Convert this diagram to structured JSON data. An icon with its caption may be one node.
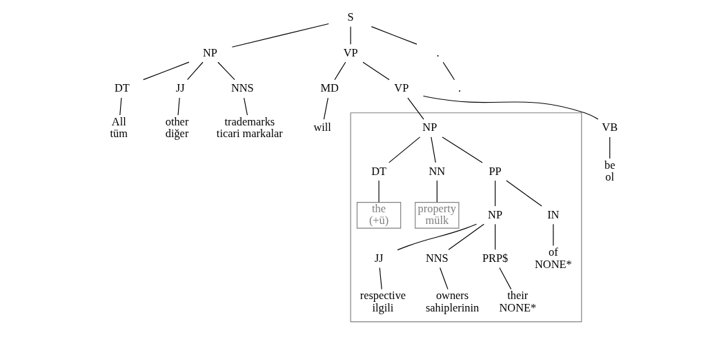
{
  "diagram": {
    "nodes": [
      {
        "text": [
          "S"
        ]
      },
      {
        "text": [
          "NP"
        ]
      },
      {
        "text": [
          "VP"
        ]
      },
      {
        "text": [
          "."
        ]
      },
      {
        "text": [
          "DT"
        ]
      },
      {
        "text": [
          "JJ"
        ]
      },
      {
        "text": [
          "NNS"
        ]
      },
      {
        "text": [
          "MD"
        ]
      },
      {
        "text": [
          "VP"
        ]
      },
      {
        "text": [
          "."
        ]
      },
      {
        "text": [
          "All",
          "tüm"
        ]
      },
      {
        "text": [
          "other",
          "diğer"
        ]
      },
      {
        "text": [
          "trademarks",
          "ticari markalar"
        ]
      },
      {
        "text": [
          "will"
        ]
      },
      {
        "text": [
          "VB"
        ]
      },
      {
        "text": [],
        "shape": "box"
      },
      {
        "text": [
          "NP"
        ],
        "in": 15
      },
      {
        "text": [
          "be",
          "ol"
        ]
      },
      {
        "text": [
          "DT"
        ],
        "in": 15
      },
      {
        "text": [
          "NN"
        ],
        "in": 15
      },
      {
        "text": [
          "PP"
        ],
        "in": 15
      },
      {
        "text": [
          "the",
          "(+ü)"
        ],
        "in": 15
      },
      {
        "text": [
          "property",
          "mülk"
        ],
        "in": 15
      },
      {
        "text": [
          "NP"
        ],
        "in": 15
      },
      {
        "text": [
          "IN"
        ],
        "in": 15
      },
      {
        "text": [
          "JJ"
        ],
        "in": 15
      },
      {
        "text": [
          "NNS"
        ],
        "in": 15
      },
      {
        "text": [
          "PRP$"
        ],
        "in": 15
      },
      {
        "text": [
          "of",
          "NONE*"
        ],
        "in": 15
      },
      {
        "text": [
          "respective",
          "ilgili"
        ],
        "in": 15
      },
      {
        "text": [
          "owners",
          "sahiplerinin"
        ],
        "in": 15
      },
      {
        "text": [
          "their",
          "NONE*"
        ],
        "in": 15
      }
    ],
    "edges": [
      {
        "from": 0,
        "to": 1,
        "arrow": "none"
      },
      {
        "from": 0,
        "to": 2,
        "arrow": "none"
      },
      {
        "from": 0,
        "to": 3,
        "arrow": "none"
      },
      {
        "from": 1,
        "to": 4,
        "arrow": "none"
      },
      {
        "from": 1,
        "to": 5,
        "arrow": "none"
      },
      {
        "from": 1,
        "to": 6,
        "arrow": "none"
      },
      {
        "from": 2,
        "to": 7,
        "arrow": "none"
      },
      {
        "from": 2,
        "to": 8,
        "arrow": "none"
      },
      {
        "from": 3,
        "to": 9,
        "arrow": "none"
      },
      {
        "from": 4,
        "to": 10,
        "arrow": "none"
      },
      {
        "from": 5,
        "to": 11,
        "arrow": "none"
      },
      {
        "from": 6,
        "to": 12,
        "arrow": "none"
      },
      {
        "from": 7,
        "to": 13,
        "arrow": "none"
      },
      {
        "from": 8,
        "to": 14,
        "arrow": "none"
      },
      {
        "from": 8,
        "to": 16,
        "arrow": "none"
      },
      {
        "from": 14,
        "to": 17,
        "arrow": "none"
      },
      {
        "from": 16,
        "to": 18,
        "arrow": "none"
      },
      {
        "from": 16,
        "to": 19,
        "arrow": "none"
      },
      {
        "from": 16,
        "to": 20,
        "arrow": "none"
      },
      {
        "from": 18,
        "to": 21,
        "arrow": "none"
      },
      {
        "from": 19,
        "to": 22,
        "arrow": "none"
      },
      {
        "from": 20,
        "to": 23,
        "arrow": "none"
      },
      {
        "from": 20,
        "to": 24,
        "arrow": "none"
      },
      {
        "from": 23,
        "to": 25,
        "arrow": "none"
      },
      {
        "from": 23,
        "to": 26,
        "arrow": "none"
      },
      {
        "from": 23,
        "to": 27,
        "arrow": "none"
      },
      {
        "from": 24,
        "to": 28,
        "arrow": "none"
      },
      {
        "from": 25,
        "to": 29,
        "arrow": "none"
      },
      {
        "from": 26,
        "to": 30,
        "arrow": "none"
      },
      {
        "from": 27,
        "to": 31,
        "arrow": "none"
      }
    ]
  }
}
